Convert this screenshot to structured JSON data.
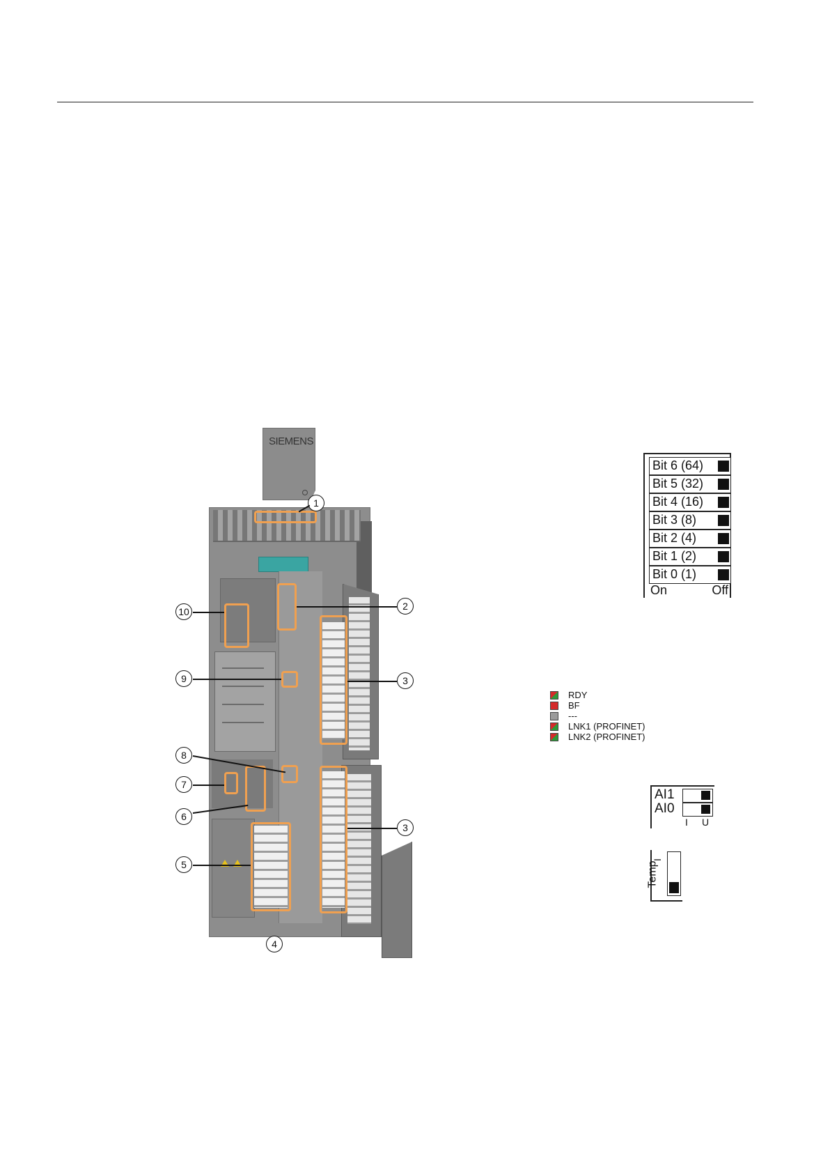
{
  "card_label": "SIEMENS",
  "callouts": [
    "1",
    "2",
    "3",
    "3",
    "4",
    "5",
    "6",
    "7",
    "8",
    "9",
    "10"
  ],
  "dip_switch": {
    "rows": [
      "Bit 6 (64)",
      "Bit 5 (32)",
      "Bit 4 (16)",
      "Bit 3 (8)",
      "Bit 2 (4)",
      "Bit 1 (2)",
      "Bit 0 (1)"
    ],
    "on_label": "On",
    "off_label": "Off"
  },
  "leds": [
    {
      "label": "RDY",
      "colors": [
        "#2e9a3a",
        "#d42a2a"
      ]
    },
    {
      "label": "BF",
      "colors": [
        "#d42a2a",
        "#d42a2a"
      ]
    },
    {
      "label": "---",
      "colors": [
        "#9a9a9a",
        "#9a9a9a"
      ]
    },
    {
      "label": "LNK1 (PROFINET)",
      "colors": [
        "#2e9a3a",
        "#d42a2a"
      ]
    },
    {
      "label": "LNK2 (PROFINET)",
      "colors": [
        "#2e9a3a",
        "#d42a2a"
      ]
    }
  ],
  "ai_switch": {
    "row1": "AI1",
    "row2": "AI0",
    "foot_i": "I",
    "foot_u": "U"
  },
  "temp_switch": {
    "label": "Temp",
    "mark": "I"
  }
}
